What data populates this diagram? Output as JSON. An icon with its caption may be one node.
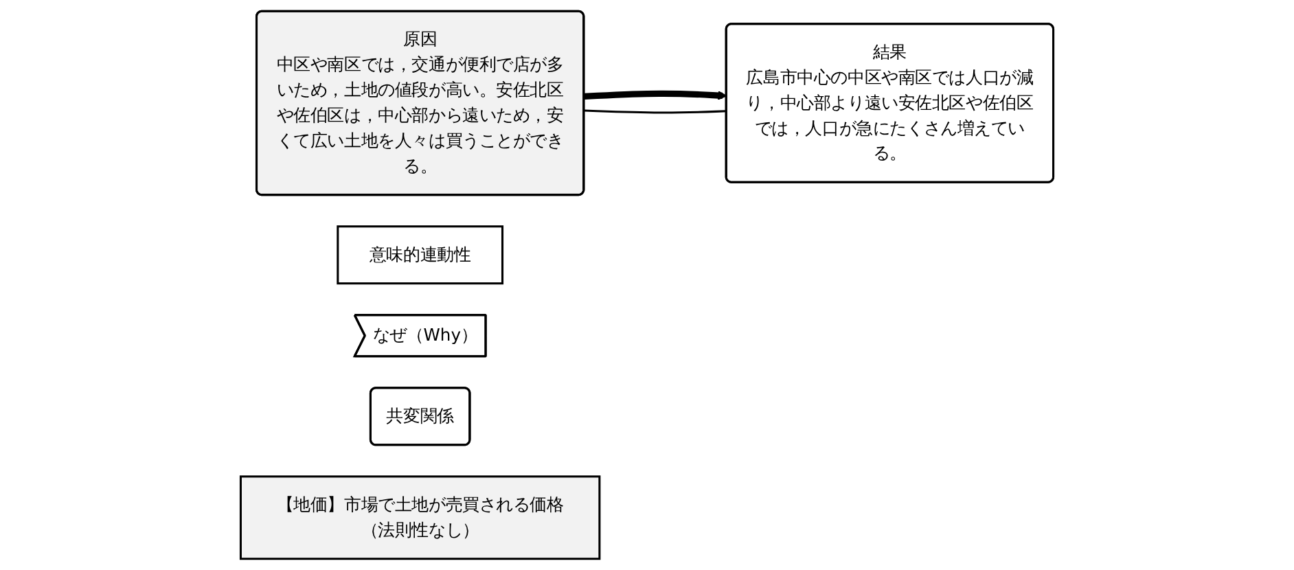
{
  "diagram": {
    "nodes": [
      {
        "text": [
          "原因",
          "中区や南区では，交通が便利で店が多いため，土地の値段が高い。安佐北区や佐伯区は，中心部から遠いため，安くて広い土地を人々は買うことができる。"
        ]
      },
      {
        "text": [
          "結果",
          "広島市中心の中区や南区では人口が減り，中心部より遠い安佐北区や佐伯区では，人口が急にたくさん増えている。"
        ]
      },
      {
        "text": [
          "意味的連動性"
        ]
      },
      {
        "text": [
          "なぜ（Why）"
        ]
      },
      {
        "text": [
          "共変関係"
        ]
      },
      {
        "text": [
          "【地価】市場で土地が売買される価格（法則性なし）"
        ]
      }
    ],
    "edges": [
      {
        "from": 0,
        "to": 1,
        "arrow": "to",
        "style": "thick"
      },
      {
        "from": 0,
        "to": 1,
        "arrow": "none"
      }
    ]
  }
}
